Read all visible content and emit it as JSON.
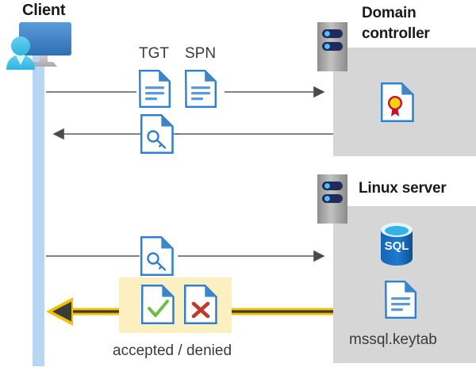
{
  "diagram": {
    "type": "sequence-diagram",
    "title_client": "Client",
    "title_domain_controller": "Domain\ncontroller",
    "title_domain_controller_line1": "Domain",
    "title_domain_controller_line2": "controller",
    "title_linux_server": "Linux server",
    "labels": {
      "tgt": "TGT",
      "spn": "SPN",
      "keytab_file": "mssql.keytab",
      "accepted_denied": "accepted / denied"
    },
    "icons": {
      "client": "client-workstation-icon",
      "server_dc": "server-rack-icon",
      "server_linux": "server-rack-icon",
      "tgt_doc": "document-icon",
      "spn_doc": "document-icon",
      "ticket_key_doc": "document-key-icon",
      "request_key_doc": "document-key-icon",
      "certificate": "certificate-document-icon",
      "sql_database": "sql-database-icon",
      "keytab_doc": "document-icon",
      "accepted_doc": "document-check-icon",
      "denied_doc": "document-cross-icon"
    },
    "flows": [
      {
        "name": "client-to-dc-request",
        "direction": "right",
        "carries": [
          "TGT",
          "SPN"
        ],
        "from": "Client",
        "to": "Domain controller"
      },
      {
        "name": "dc-to-client-ticket",
        "direction": "left",
        "carries": [
          "service ticket"
        ],
        "from": "Domain controller",
        "to": "Client"
      },
      {
        "name": "client-to-linux-request",
        "direction": "right",
        "carries": [
          "service ticket"
        ],
        "from": "Client",
        "to": "Linux server"
      },
      {
        "name": "linux-to-client-result",
        "direction": "left",
        "carries": [
          "accepted / denied"
        ],
        "from": "Linux server",
        "to": "Client",
        "highlighted": true
      }
    ],
    "colors": {
      "panel_gray": "#d6d6d6",
      "lifeline_blue": "#b5d7f5",
      "highlight_yellow": "#fdf0c0",
      "arrow_gray": "#4a4a4a",
      "arrow_yellow": "#f2c200",
      "doc_blue": "#2f7fd1",
      "accent_blue": "#3d87c9",
      "check_green": "#6cbe45",
      "cross_red": "#c0392b",
      "seal_yellow": "#f5d20a",
      "seal_red": "#c8102e",
      "sql_blue": "#0f5ea8",
      "server_gray": "#9a9a9a",
      "server_navy": "#1f2b5b",
      "title_black": "#1a1a1a"
    }
  }
}
